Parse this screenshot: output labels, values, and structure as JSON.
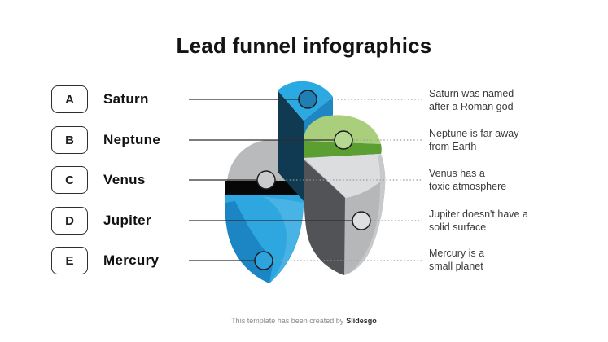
{
  "slide": {
    "title": "Lead funnel infographics",
    "footer": {
      "prefix": "This template has been created by",
      "brand": "Slidesgo"
    }
  },
  "items": [
    {
      "letter": "A",
      "name": "Saturn",
      "desc1": "Saturn was named",
      "desc2": "after a Roman god"
    },
    {
      "letter": "B",
      "name": "Neptune",
      "desc1": "Neptune is far away",
      "desc2": "from Earth"
    },
    {
      "letter": "C",
      "name": "Venus",
      "desc1": "Venus has a",
      "desc2": "toxic atmosphere"
    },
    {
      "letter": "D",
      "name": "Jupiter",
      "desc1": "Jupiter doesn't have a",
      "desc2": "solid surface"
    },
    {
      "letter": "E",
      "name": "Mercury",
      "desc1": "Mercury is a",
      "desc2": "small planet"
    }
  ],
  "colors": {
    "wedge_top": "#2BA9E2",
    "wedge_side": "#1E86C2",
    "wedge_front": "#0F3A52",
    "green_top": "#A9CF7D",
    "green_band": "#5B9F33",
    "gray_top": "#DCDDDE",
    "gray_body": "#B6B7B9",
    "gray_front": "#525356",
    "gray_highlight": "#C8C9CB",
    "petal_gray": "#B9BABC",
    "black_band": "#070707",
    "blue_body": "#2EA7E0",
    "blue_front": "#1C85C3",
    "blue_side": "#49B3E5",
    "marker_saturn": "#1F7FB4",
    "marker_neptune": "#B7D893",
    "marker_venus": "#C9CBCC",
    "marker_jupiter": "#DEDFE0",
    "marker_mercury": "#2FA3DC",
    "line_solid": "#2e2e30",
    "line_dotted": "#9b9b9b"
  }
}
